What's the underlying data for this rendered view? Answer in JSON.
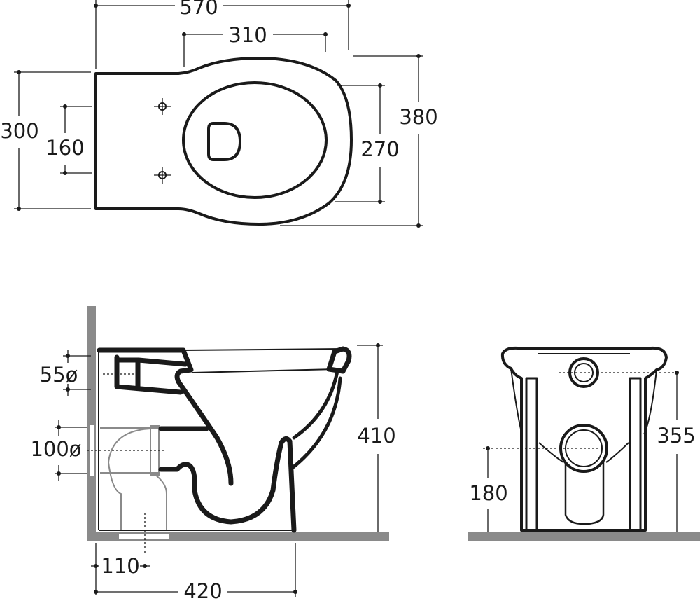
{
  "top_view": {
    "dimensions": {
      "overall_length": "570",
      "bowl_length": "310",
      "overall_width": "380",
      "seat_width": "270",
      "rear_width": "300",
      "fixing_spacing": "160"
    }
  },
  "side_view": {
    "dimensions": {
      "inlet_diameter": "55ø",
      "outlet_diameter": "100ø",
      "height": "410",
      "outlet_offset": "110",
      "depth": "420"
    }
  },
  "front_view": {
    "dimensions": {
      "inlet_height": "355",
      "outlet_height": "180"
    }
  },
  "colors": {
    "line": "#1a1a1a",
    "wall": "#8a8a8a"
  }
}
